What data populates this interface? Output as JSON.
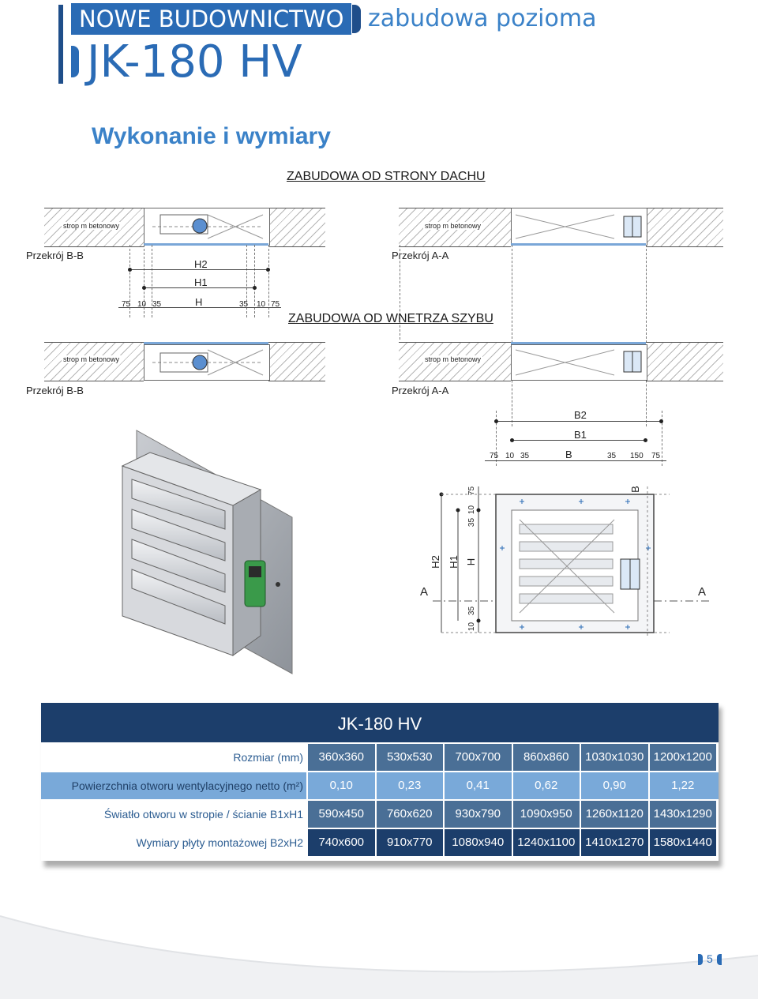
{
  "header": {
    "tag": "NOWE BUDOWNICTWO",
    "subtitle": "zabudowa pozioma",
    "title": "JK-180 HV"
  },
  "section_title": "Wykonanie i wymiary",
  "drawings": {
    "caption_top": "ZABUDOWA OD STRONY DACHU",
    "caption_mid": "ZABUDOWA OD WNETRZA SZYBU",
    "slab_label": "strop m betonowy",
    "section_bb": "Przekrój B-B",
    "section_aa": "Przekrój A-A",
    "dims_h": {
      "h2": "H2",
      "h1": "H1",
      "h": "H",
      "d75a": "75",
      "d10a": "10",
      "d35a": "35",
      "d35b": "35",
      "d10b": "10",
      "d75b": "75"
    },
    "dims_b": {
      "b2": "B2",
      "b1": "B1",
      "b": "B",
      "d75a": "75",
      "d10a": "10",
      "d35a": "35",
      "d35b": "35",
      "d150": "150",
      "d75b": "75"
    },
    "front": {
      "h2": "H2",
      "h1": "H1",
      "h": "H",
      "d75": "75",
      "d10a": "10",
      "d35a": "35",
      "d35b": "35",
      "d10b": "10",
      "a_left": "A",
      "a_right": "A",
      "b_mark": "B"
    }
  },
  "table": {
    "title": "JK-180 HV",
    "rows": [
      {
        "label": "Rozmiar (mm)",
        "values": [
          "360x360",
          "530x530",
          "700x700",
          "860x860",
          "1030x1030",
          "1200x1200"
        ]
      },
      {
        "label": "Powierzchnia otworu wentylacyjnego netto (m²)",
        "values": [
          "0,10",
          "0,23",
          "0,41",
          "0,62",
          "0,90",
          "1,22"
        ]
      },
      {
        "label": "Światło otworu w stropie / ścianie B1xH1",
        "values": [
          "590x450",
          "760x620",
          "930x790",
          "1090x950",
          "1260x1120",
          "1430x1290"
        ]
      },
      {
        "label": "Wymiary płyty montażowej B2xH2",
        "values": [
          "740x600",
          "910x770",
          "1080x940",
          "1240x1100",
          "1410x1270",
          "1580x1440"
        ]
      }
    ]
  },
  "page_number": "5",
  "colors": {
    "brand_dark": "#1c3e6b",
    "brand": "#2a6bb5",
    "brand_light": "#3b82c8",
    "row1": "#4a6f96",
    "row2": "#79a9d9",
    "row3": "#4a6f96",
    "row4": "#1c3e6b"
  }
}
